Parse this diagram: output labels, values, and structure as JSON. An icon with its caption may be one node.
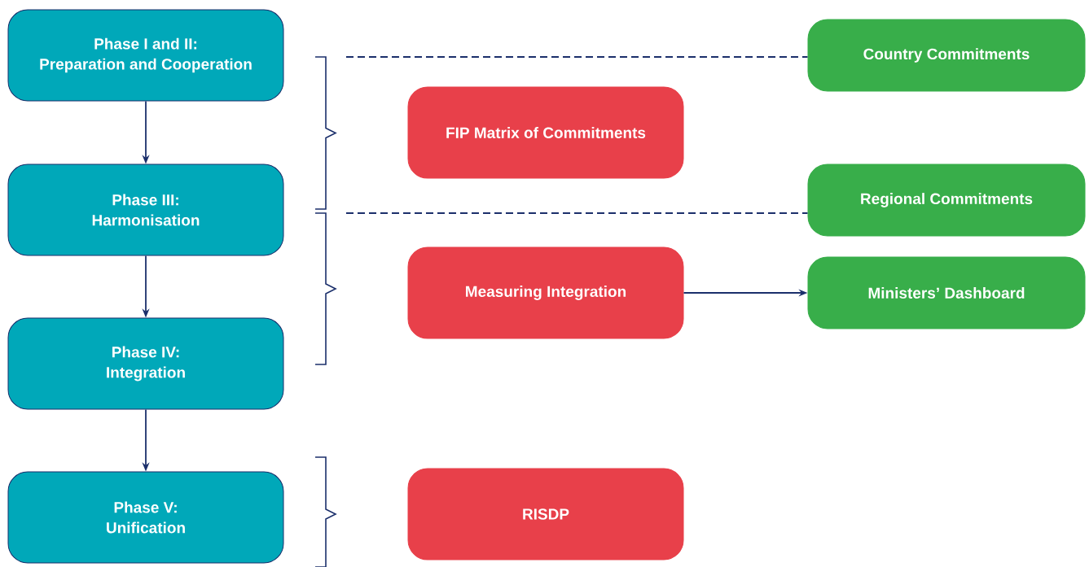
{
  "diagram": {
    "nodes": [
      {
        "text": [
          "Phase I and II:",
          "Preparation and Cooperation"
        ]
      },
      {
        "text": [
          "Phase III:",
          "Harmonisation"
        ]
      },
      {
        "text": [
          "Phase IV:",
          "Integration"
        ]
      },
      {
        "text": [
          "Phase V:",
          "Unification"
        ]
      },
      {
        "text": [
          "Country Commitments"
        ]
      },
      {
        "text": [
          "FIP Matrix of Commitments"
        ]
      },
      {
        "text": [
          "Regional Commitments"
        ]
      },
      {
        "text": [
          "Measuring Integration"
        ]
      },
      {
        "text": [
          "Ministers’ Dashboard"
        ]
      },
      {
        "text": [
          "RISDP"
        ]
      }
    ],
    "edges": [
      {
        "from": 0,
        "to": 1,
        "arrow": "to"
      },
      {
        "from": 1,
        "to": 2,
        "arrow": "to"
      },
      {
        "from": 2,
        "to": 3,
        "arrow": "to"
      },
      {
        "from": null,
        "to": 4,
        "arrow": "none",
        "style": "dashed"
      },
      {
        "from": null,
        "to": 6,
        "arrow": "none",
        "style": "dashed"
      },
      {
        "from": 7,
        "to": 8,
        "arrow": "to"
      }
    ]
  }
}
